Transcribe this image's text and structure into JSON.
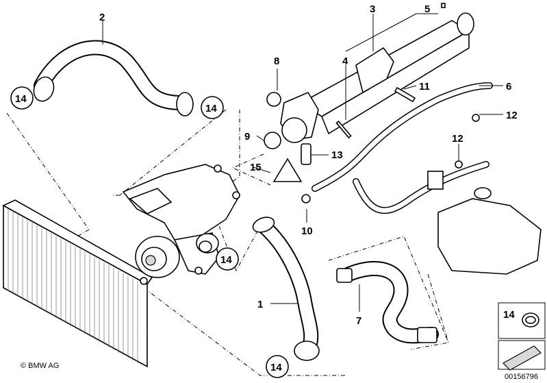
{
  "diagram": {
    "callouts": [
      "1",
      "2",
      "3",
      "4",
      "5",
      "6",
      "7",
      "8",
      "9",
      "10",
      "11",
      "12",
      "12",
      "13",
      "14",
      "14",
      "14",
      "14",
      "15"
    ],
    "inset_label": "14",
    "copyright": "© BMW AG",
    "drawing_number": "00156796"
  },
  "labels": {
    "n1": "1",
    "n2": "2",
    "n3": "3",
    "n4": "4",
    "n5": "5",
    "n6": "6",
    "n7": "7",
    "n8": "8",
    "n9": "9",
    "n10": "10",
    "n11": "11",
    "n12a": "12",
    "n12b": "12",
    "n13": "13",
    "n14a": "14",
    "n14b": "14",
    "n14c": "14",
    "n14d": "14",
    "n15": "15"
  }
}
